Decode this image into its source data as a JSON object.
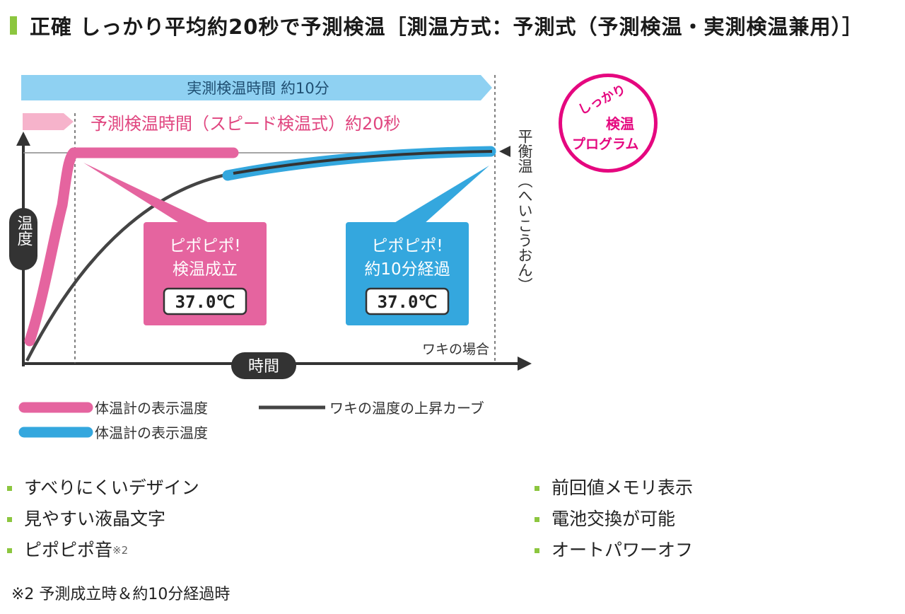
{
  "heading": "正確 しっかり平均約20秒で予測検温［測温方式：予測式（予測検温・実測検温兼用）］",
  "diagram": {
    "actual_bar_label": "実測検温時間 約10分",
    "predict_label": "予測検温時間（スピード検温式）約20秒",
    "equilibrium_label": "平衡温（へいこうおん）",
    "y_axis_label": "温度",
    "x_axis_label": "時間",
    "armpit_case": "ワキの場合",
    "pink_box": {
      "line1": "ピポピポ!",
      "line2": "検温成立",
      "reading": "37.0℃"
    },
    "blue_box": {
      "line1": "ピポピポ!",
      "line2": "約10分経過",
      "reading": "37.0℃"
    },
    "legend": {
      "pink": "体温計の表示温度",
      "dark": "ワキの温度の上昇カーブ",
      "blue": "体温計の表示温度"
    },
    "colors": {
      "pink": "#e5649f",
      "blue": "#34a7de",
      "dark": "#444444",
      "light_blue": "#8fd1f2",
      "light_pink": "#f6b3cb"
    }
  },
  "badge": {
    "line1": "しっかり",
    "line2": "検温",
    "line3": "プログラム"
  },
  "features_left": [
    "すべりにくいデザイン",
    "見やすい液晶文字",
    "ピポピポ音"
  ],
  "features_left_note": "※2",
  "features_right": [
    "前回値メモリ表示",
    "電池交換が可能",
    "オートパワーオフ"
  ],
  "footnote": "※2 予測成立時＆約10分経過時"
}
